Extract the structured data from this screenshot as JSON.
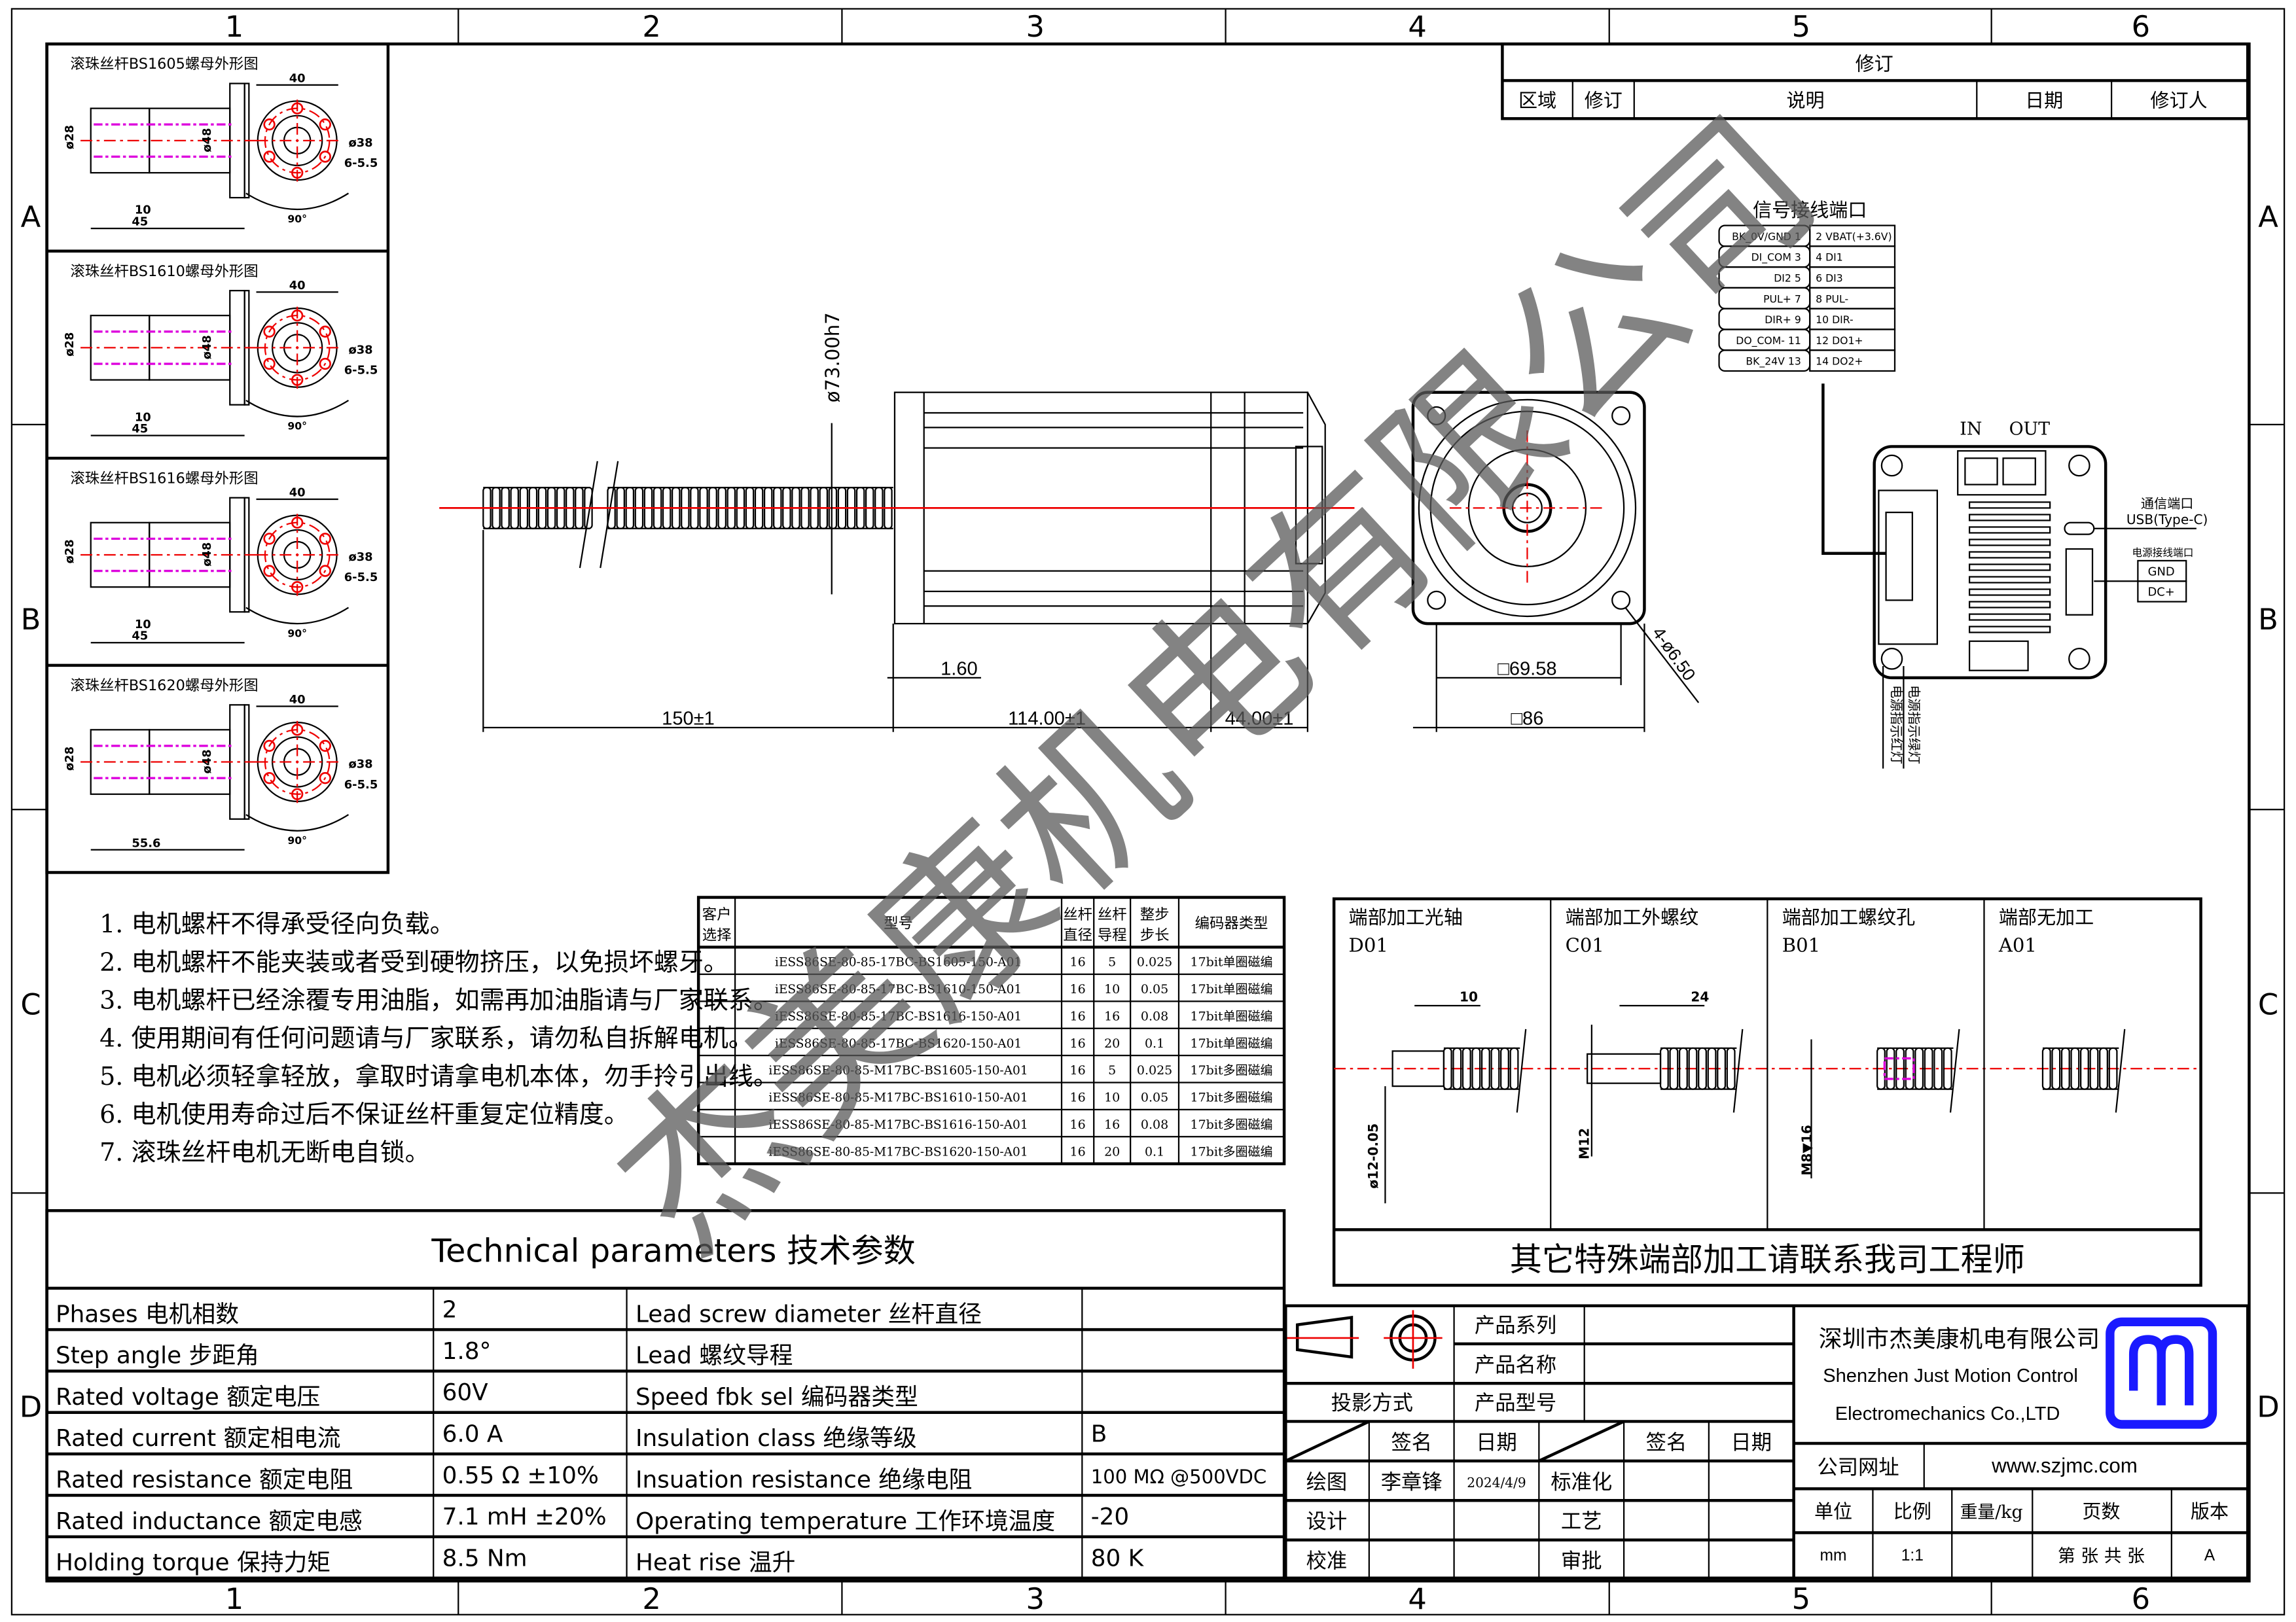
{
  "frame": {
    "columns": [
      "1",
      "2",
      "3",
      "4",
      "5",
      "6"
    ],
    "rows": [
      "A",
      "B",
      "C",
      "D"
    ]
  },
  "revision": {
    "title": "修订",
    "headers": [
      "区域",
      "修订",
      "说明",
      "日期",
      "修订人"
    ]
  },
  "nuts": [
    {
      "title": "滚珠丝杆BS1605螺母外形图",
      "d1": "ø28",
      "d2": "ø48",
      "w": "40",
      "pcd": "ø38",
      "holes": "6-5.5",
      "angle": "90°",
      "flange": "10",
      "length": "45"
    },
    {
      "title": "滚珠丝杆BS1610螺母外形图",
      "d1": "ø28",
      "d2": "ø48",
      "w": "40",
      "pcd": "ø38",
      "holes": "6-5.5",
      "angle": "90°",
      "flange": "10",
      "length": "45"
    },
    {
      "title": "滚珠丝杆BS1616螺母外形图",
      "d1": "ø28",
      "d2": "ø48",
      "w": "40",
      "pcd": "ø38",
      "holes": "6-5.5",
      "angle": "90°",
      "flange": "10",
      "length": "45"
    },
    {
      "title": "滚珠丝杆BS1620螺母外形图",
      "d1": "ø28",
      "d2": "ø48",
      "w": "40",
      "pcd": "ø38",
      "holes": "6-5.5",
      "angle": "90°",
      "flange": "",
      "length": "55.6"
    }
  ],
  "motor": {
    "pilot_dia": "ø73.00h7",
    "flange_gap": "1.60",
    "screw_len": "150±1",
    "body_len": "114.00±1",
    "driver_len": "44.00±1",
    "hole_pitch": "□69.58",
    "flange_size": "□86",
    "mount_holes": "4-ø6.50"
  },
  "signal": {
    "title": "信号接线端口",
    "rows": [
      [
        "BK_0V/GND   1",
        "2  VBAT(+3.6V)"
      ],
      [
        "DI_COM  3",
        "4  DI1"
      ],
      [
        "DI2   5",
        "6  DI3"
      ],
      [
        "PUL+   7",
        "8  PUL-"
      ],
      [
        "DIR+   9",
        "10 DIR-"
      ],
      [
        "DO_COM-  11",
        "12 DO1+"
      ],
      [
        "BK_24V  13",
        "14 DO2+"
      ]
    ],
    "in_label": "IN",
    "out_label": "OUT",
    "comm_label": "通信端口",
    "usb_label": "USB(Type-C)",
    "power_label": "电源接线端口",
    "gnd": "GND",
    "dc": "DC+",
    "led_green": "电源指示绿灯",
    "led_red": "电源指示红灯"
  },
  "notes": [
    "1.  电机螺杆不得承受径向负载。",
    "2.  电机螺杆不能夹装或者受到硬物挤压，以免损坏螺牙。",
    "3.  电机螺杆已经涂覆专用油脂，如需再加油脂请与厂家联系。",
    "4.  使用期间有任何问题请与厂家联系，请勿私自拆解电机。",
    "5.  电机必须轻拿轻放，拿取时请拿电机本体，勿手拎引出线。",
    "6.  电机使用寿命过后不保证丝杆重复定位精度。",
    "7.  滚珠丝杆电机无断电自锁。"
  ],
  "models": {
    "headers": [
      "客户\n选择",
      "型号",
      "丝杆\n直径",
      "丝杆\n导程",
      "整步\n步长",
      "编码器类型"
    ],
    "rows": [
      [
        "",
        "iESS86SE-80-85-17BC-BS1605-150-A01",
        "16",
        "5",
        "0.025",
        "17bit单圈磁编"
      ],
      [
        "",
        "iESS86SE-80-85-17BC-BS1610-150-A01",
        "16",
        "10",
        "0.05",
        "17bit单圈磁编"
      ],
      [
        "",
        "iESS86SE-80-85-17BC-BS1616-150-A01",
        "16",
        "16",
        "0.08",
        "17bit单圈磁编"
      ],
      [
        "",
        "iESS86SE-80-85-17BC-BS1620-150-A01",
        "16",
        "20",
        "0.1",
        "17bit单圈磁编"
      ],
      [
        "",
        "iESS86SE-80-85-M17BC-BS1605-150-A01",
        "16",
        "5",
        "0.025",
        "17bit多圈磁编"
      ],
      [
        "",
        "iESS86SE-80-85-M17BC-BS1610-150-A01",
        "16",
        "10",
        "0.05",
        "17bit多圈磁编"
      ],
      [
        "",
        "iESS86SE-80-85-M17BC-BS1616-150-A01",
        "16",
        "16",
        "0.08",
        "17bit多圈磁编"
      ],
      [
        "",
        "iESS86SE-80-85-M17BC-BS1620-150-A01",
        "16",
        "20",
        "0.1",
        "17bit多圈磁编"
      ]
    ]
  },
  "ends": {
    "items": [
      {
        "title": "端部加工光轴",
        "code": "D01",
        "dim1": "10",
        "dim2": "ø12-0.05"
      },
      {
        "title": "端部加工外螺纹",
        "code": "C01",
        "dim1": "24",
        "dim2": "M12"
      },
      {
        "title": "端部加工螺纹孔",
        "code": "B01",
        "dim1": "",
        "dim2": "M8▼16"
      },
      {
        "title": "端部无加工",
        "code": "A01",
        "dim1": "",
        "dim2": ""
      }
    ],
    "footer": "其它特殊端部加工请联系我司工程师"
  },
  "tech": {
    "title": "Technical parameters 技术参数",
    "rows": [
      [
        "Phases 电机相数",
        "2",
        "Lead screw diameter 丝杆直径",
        ""
      ],
      [
        "Step angle 步距角",
        "1.8°",
        "Lead 螺纹导程",
        ""
      ],
      [
        "Rated voltage 额定电压",
        "60V",
        "Speed fbk sel  编码器类型",
        ""
      ],
      [
        "Rated current 额定相电流",
        "6.0 A",
        "Insulation class 绝缘等级",
        "B"
      ],
      [
        "Rated resistance 额定电阻",
        "0.55 Ω  ±10%",
        "Insuation resistance 绝缘电阻",
        "100 MΩ @500VDC"
      ],
      [
        "Rated inductance 额定电感",
        "7.1 mH ±20%",
        "Operating temperature 工作环境温度",
        "-20"
      ],
      [
        "Holding torque 保持力矩",
        "8.5 Nm",
        "Heat rise 温升",
        "80 K"
      ]
    ]
  },
  "titleblock": {
    "series": "产品系列",
    "name": "产品名称",
    "model": "产品型号",
    "projection": "投影方式",
    "sign": "签名",
    "date": "日期",
    "draw": "绘图",
    "drawer": "李章锋",
    "draw_date": "2024/4/9",
    "design": "设计",
    "check": "校准",
    "standard": "标准化",
    "process": "工艺",
    "approve": "审批",
    "company_cn": "深圳市杰美康机电有限公司",
    "company_en1": "Shenzhen Just Motion Control",
    "company_en2": "Electromechanics Co.,LTD",
    "website_label": "公司网址",
    "website": "www.szjmc.com",
    "unit_label": "单位",
    "scale_label": "比例",
    "weight_label": "重量/kg",
    "pages_label": "页数",
    "version_label": "版本",
    "unit": "mm",
    "scale": "1:1",
    "pages": "第 张 共 张",
    "version": "A",
    "logo_color": "#1a1aff"
  },
  "watermark": "杰美康机电有限公司"
}
